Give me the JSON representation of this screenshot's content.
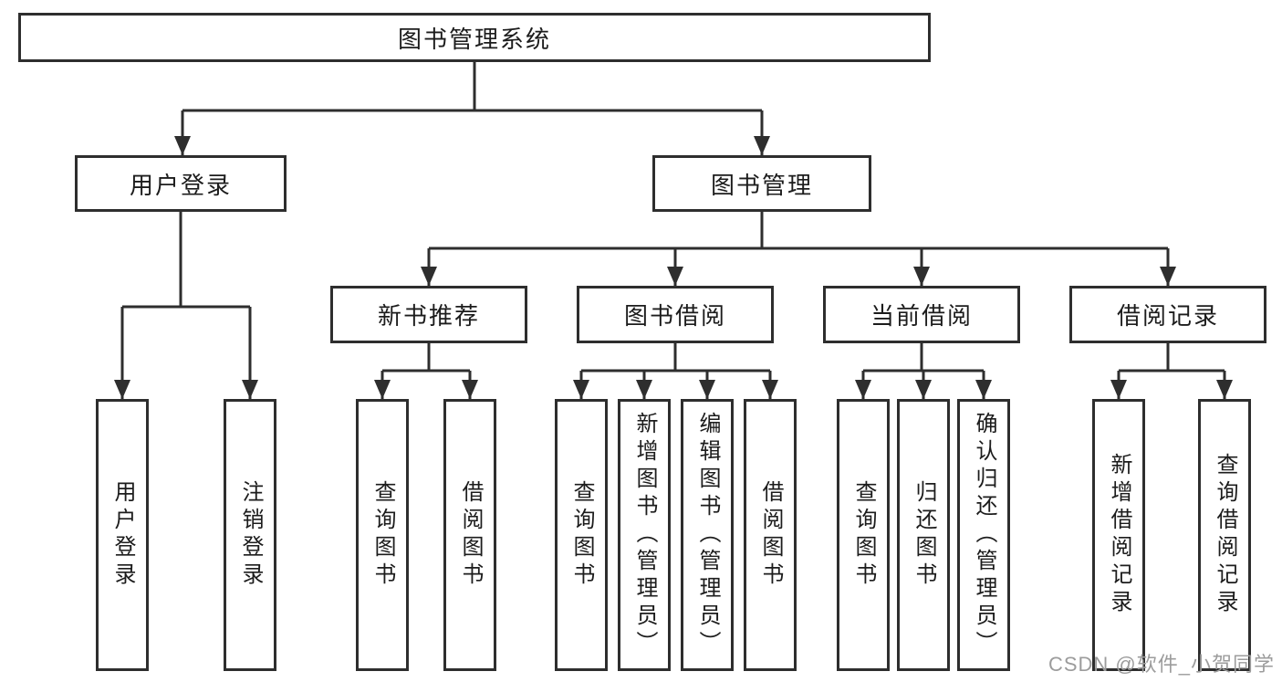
{
  "tree": {
    "label": "图书管理系统",
    "children": [
      {
        "label": "用户登录",
        "children": [
          {
            "label": "用户登录"
          },
          {
            "label": "注销登录"
          }
        ]
      },
      {
        "label": "图书管理",
        "children": [
          {
            "label": "新书推荐",
            "children": [
              {
                "label": "查询图书"
              },
              {
                "label": "借阅图书"
              }
            ]
          },
          {
            "label": "图书借阅",
            "children": [
              {
                "label": "查询图书"
              },
              {
                "label": "新增图书（管理员）"
              },
              {
                "label": "编辑图书（管理员）"
              },
              {
                "label": "借阅图书"
              }
            ]
          },
          {
            "label": "当前借阅",
            "children": [
              {
                "label": "查询图书"
              },
              {
                "label": "归还图书"
              },
              {
                "label": "确认归还（管理员）"
              }
            ]
          },
          {
            "label": "借阅记录",
            "children": [
              {
                "label": "新增借阅记录"
              },
              {
                "label": "查询借阅记录"
              }
            ]
          }
        ]
      }
    ]
  },
  "watermark": {
    "text": "CSDN @软件_小贺同学"
  },
  "colors": {
    "line": "#2e2e2e",
    "text": "#1c1c1c",
    "watermark": "#9c9c9c",
    "background": "#ffffff"
  }
}
